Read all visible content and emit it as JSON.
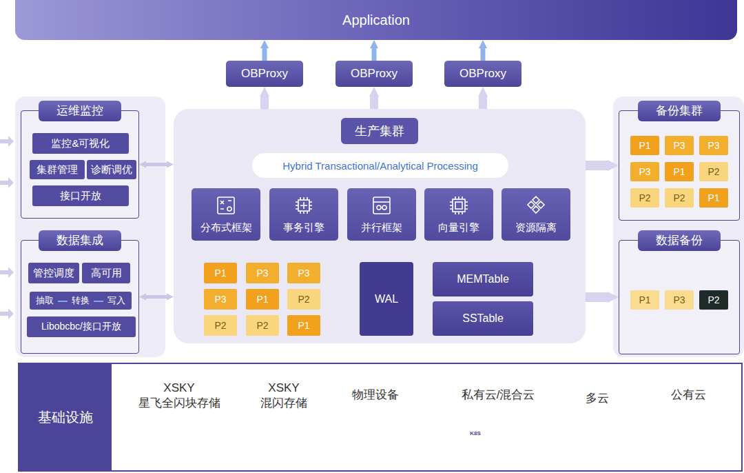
{
  "diagram": {
    "nodes": [
      {
        "text": [
          "Application"
        ]
      },
      {
        "text": [
          "OBProxy"
        ]
      },
      {
        "text": [
          "OBProxy"
        ]
      },
      {
        "text": [
          "OBProxy"
        ]
      },
      {
        "text": [
          "运维监控"
        ]
      },
      {
        "text": [
          "监控&可视化"
        ],
        "in": 4
      },
      {
        "text": [
          "集群管理"
        ],
        "in": 4
      },
      {
        "text": [
          "诊断调优"
        ],
        "in": 4
      },
      {
        "text": [
          "接口开放"
        ],
        "in": 4
      },
      {
        "text": [
          "数据集成"
        ]
      },
      {
        "text": [
          "管控调度"
        ],
        "in": 9
      },
      {
        "text": [
          "高可用"
        ],
        "in": 9
      },
      {
        "text": [
          "抽取",
          "转换",
          "写入"
        ],
        "in": 9
      },
      {
        "text": [
          "Libobcbc/接口开放"
        ],
        "in": 9
      },
      {
        "text": [
          "生产集群"
        ]
      },
      {
        "text": [
          "Hybrid Transactional/Analytical Processing"
        ],
        "in": 14
      },
      {
        "text": [
          "分布式框架"
        ],
        "in": 14
      },
      {
        "text": [
          "事务引擎"
        ],
        "in": 14
      },
      {
        "text": [
          "并行框架"
        ],
        "in": 14
      },
      {
        "text": [
          "向量引擎"
        ],
        "in": 14
      },
      {
        "text": [
          "资源隔离"
        ],
        "in": 14
      },
      {
        "text": [
          "P1"
        ],
        "in": 14
      },
      {
        "text": [
          "P3"
        ],
        "in": 14
      },
      {
        "text": [
          "P3"
        ],
        "in": 14
      },
      {
        "text": [
          "P3"
        ],
        "in": 14
      },
      {
        "text": [
          "P1"
        ],
        "in": 14
      },
      {
        "text": [
          "P2"
        ],
        "in": 14
      },
      {
        "text": [
          "P2"
        ],
        "in": 14
      },
      {
        "text": [
          "P2"
        ],
        "in": 14
      },
      {
        "text": [
          "P1"
        ],
        "in": 14
      },
      {
        "text": [
          "WAL"
        ],
        "in": 14
      },
      {
        "text": [
          "MEMTable"
        ],
        "in": 14
      },
      {
        "text": [
          "SSTable"
        ],
        "in": 14
      },
      {
        "text": [
          "备份集群"
        ]
      },
      {
        "text": [
          "P1"
        ],
        "in": 33
      },
      {
        "text": [
          "P3"
        ],
        "in": 33
      },
      {
        "text": [
          "P3"
        ],
        "in": 33
      },
      {
        "text": [
          "P3"
        ],
        "in": 33
      },
      {
        "text": [
          "P1"
        ],
        "in": 33
      },
      {
        "text": [
          "P2"
        ],
        "in": 33
      },
      {
        "text": [
          "P2"
        ],
        "in": 33
      },
      {
        "text": [
          "P2"
        ],
        "in": 33
      },
      {
        "text": [
          "P1"
        ],
        "in": 33
      },
      {
        "text": [
          "数据备份"
        ]
      },
      {
        "text": [
          "P1"
        ],
        "in": 43
      },
      {
        "text": [
          "P3"
        ],
        "in": 43
      },
      {
        "text": [
          "P2"
        ],
        "in": 43
      },
      {
        "text": [
          "基础设施"
        ]
      },
      {
        "text": [
          "XSKY 星飞全闪块存储"
        ],
        "in": 47
      },
      {
        "text": [
          "XSKY 混闪存储"
        ],
        "in": 47
      },
      {
        "text": [
          "物理设备"
        ],
        "in": 47
      },
      {
        "text": [
          "私有云/混合云"
        ],
        "in": 47
      },
      {
        "text": [
          "多云"
        ],
        "in": 47
      },
      {
        "text": [
          "公有云"
        ],
        "in": 47
      }
    ],
    "edges": [
      {
        "from": 1,
        "to": 0,
        "arrow": "to"
      },
      {
        "from": 2,
        "to": 0,
        "arrow": "to"
      },
      {
        "from": 3,
        "to": 0,
        "arrow": "to"
      },
      {
        "from": 14,
        "to": 1,
        "arrow": "to"
      },
      {
        "from": 14,
        "to": 2,
        "arrow": "to"
      },
      {
        "from": 14,
        "to": 3,
        "arrow": "to"
      },
      {
        "from": 4,
        "to": 14,
        "arrow": "both"
      },
      {
        "from": 9,
        "to": 14,
        "arrow": "both"
      },
      {
        "from": 14,
        "to": 33,
        "arrow": "to"
      },
      {
        "from": 14,
        "to": 43,
        "arrow": "to"
      },
      {
        "from": 29,
        "to": 30,
        "arrow": "none"
      },
      {
        "from": 30,
        "to": 31,
        "arrow": "none"
      },
      {
        "from": 31,
        "to": 32,
        "arrow": "none"
      }
    ],
    "labels": [
      "K8S"
    ]
  }
}
